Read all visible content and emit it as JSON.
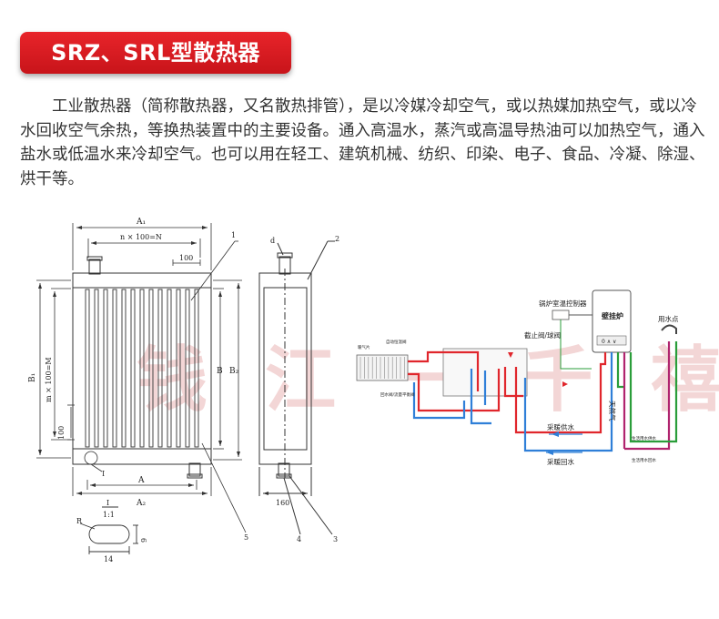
{
  "title": "SRZ、SRL型散热器",
  "description": "工业散热器（简称散热器，又名散热排管），是以冷媒冷却空气，或以热媒加热空气，或以冷水回收空气余热，等换热装置中的主要设备。通入高温水，蒸汽或高温导热油可以加热空气，通入盐水或低温水来冷却空气。也可以用在轻工、建筑机械、纺织、印染、电子、食品、冷凝、除湿、烘干等。",
  "watermark": "钱 江 一 千 禧",
  "front_view": {
    "dim_A1": "A₁",
    "dim_nxN": "n × 100=N",
    "dim_100_top": "100",
    "dim_B1": "B₁",
    "dim_mxM": "m × 100=M",
    "dim_100_left": "100",
    "dim_B": "B",
    "dim_B2": "B₂",
    "dim_A": "A",
    "dim_A2": "A₂",
    "label_1_top": "1",
    "label_I": "I",
    "label_5": "5"
  },
  "side_view": {
    "label_d": "d",
    "label_2": "2",
    "dim_160": "160",
    "label_4": "4",
    "label_3": "3"
  },
  "detail_I": {
    "label_I": "I",
    "scale": "1:1",
    "label_R": "R",
    "dim_9": "9",
    "dim_14": "14"
  },
  "system_diagram": {
    "boiler_controller": "锅炉室温控制器",
    "boiler": "壁挂炉",
    "stop_valve": "截止阀/球阀",
    "hot_water_point": "用水点",
    "supply_water": "采暖供水",
    "return_water": "采暖回水",
    "natural_gas": "天然气",
    "domestic_hot": "生活用水供水",
    "domestic_return": "生活用水回水",
    "radiator_label": "暖气片",
    "valve_label_1": "自动恒温阀",
    "valve_label_2": "回水阀/流量平衡阀",
    "boiler_buttons": "0 ∧ ∨"
  },
  "colors": {
    "title_bg": "#d81c22",
    "supply_pipe": "#e0262c",
    "return_pipe": "#2f7fd8",
    "gas_pipe": "#2a9d3a",
    "domestic_pipe": "#b0246e"
  }
}
